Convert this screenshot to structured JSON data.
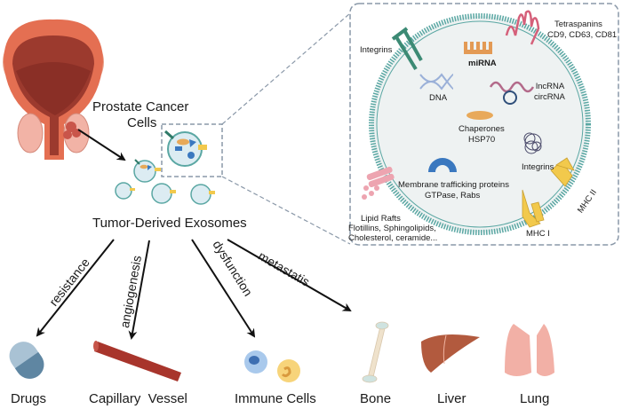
{
  "source": {
    "organ": "prostate-icon",
    "label_line1": "Prostate Cancer",
    "label_line2": "Cells"
  },
  "exosomes": {
    "label": "Tumor-Derived Exosomes"
  },
  "detail": {
    "components": [
      {
        "id": "integrins-top",
        "label": "Integrins"
      },
      {
        "id": "mirna",
        "label": "miRNA"
      },
      {
        "id": "tetraspanins",
        "label_line1": "Tetraspanins",
        "label_line2": "CD9, CD63, CD81"
      },
      {
        "id": "dna",
        "label": "DNA"
      },
      {
        "id": "lncrna",
        "label_line1": "lncRNA",
        "label_line2": "circRNA"
      },
      {
        "id": "chaperones",
        "label_line1": "Chaperones",
        "label_line2": "HSP70"
      },
      {
        "id": "integrins-right",
        "label": "Integrins"
      },
      {
        "id": "membrane-trafficking",
        "label_line1": "Membrane trafficking proteins",
        "label_line2": "GTPase, Rabs"
      },
      {
        "id": "lipid-rafts",
        "label_line1": "Lipid Rafts",
        "label_line2": "Flotillins, Sphingolipids,",
        "label_line3": "Cholesterol, ceramide..."
      },
      {
        "id": "mhc2",
        "label": "MHC II"
      },
      {
        "id": "mhc1",
        "label": "MHC I"
      }
    ]
  },
  "effects": [
    {
      "arrow_label": "resistance",
      "target": "Drugs"
    },
    {
      "arrow_label": "angiogenesis",
      "target": "Capillary  Vessel"
    },
    {
      "arrow_label": "dysfunction",
      "target": "Immune Cells"
    },
    {
      "arrow_label": "metastatis",
      "target": "Bone"
    }
  ],
  "metastasis_targets": [
    "Bone",
    "Liver",
    "Lung"
  ],
  "colors": {
    "membrane": "#5aa7a3",
    "vesicle_fill": "#eef2f2",
    "dashed": "#8a98a8",
    "organ_red": "#b5473a",
    "orange": "#e7a95a",
    "pink": "#d5707f",
    "blue": "#3a78bf"
  }
}
